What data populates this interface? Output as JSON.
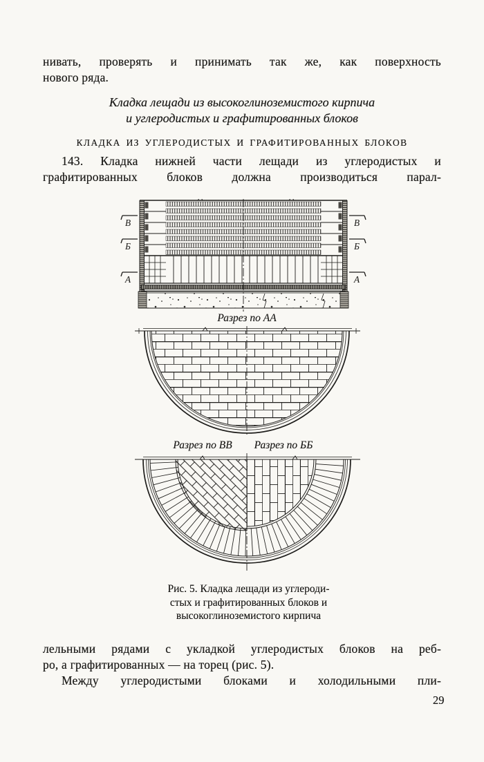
{
  "page": {
    "number": "29",
    "paper_color": "#f9f8f4",
    "ink_color": "#1d1c1a"
  },
  "paragraph_top": {
    "lines": [
      "нивать, проверять и принимать так же, как  поверхность",
      "нового ряда."
    ]
  },
  "heading": {
    "lines": [
      "Кладка лещади из высокоглиноземистого кирпича",
      "и углеродистых и графитированных блоков"
    ]
  },
  "subheading": "КЛАДКА ИЗ УГЛЕРОДИСТЫХ И ГРАФИТИРОВАННЫХ БЛОКОВ",
  "paragraph_143": {
    "lines": [
      "143. Кладка нижней части лещади из углеродистых и",
      "графитированных блоков должна  производиться  парал-"
    ]
  },
  "figure": {
    "label_aa": "Разрез по АА",
    "label_vv": "Разрез по ВВ",
    "label_bb": "Разрез по ББ",
    "section_markers": [
      "В",
      "Б",
      "А"
    ],
    "caption_lines": [
      "Рис. 5. Кладка лещади из углероди-",
      "стых и графитированных  блоков и",
      "высокоглиноземистого кирпича"
    ]
  },
  "paragraph_bottom": {
    "lines": [
      "лельными рядами с укладкой углеродистых блоков на реб-",
      "ро, а графитированных — на торец (рис. 5).",
      "Между углеродистыми блоками и холодильными пли-"
    ]
  }
}
